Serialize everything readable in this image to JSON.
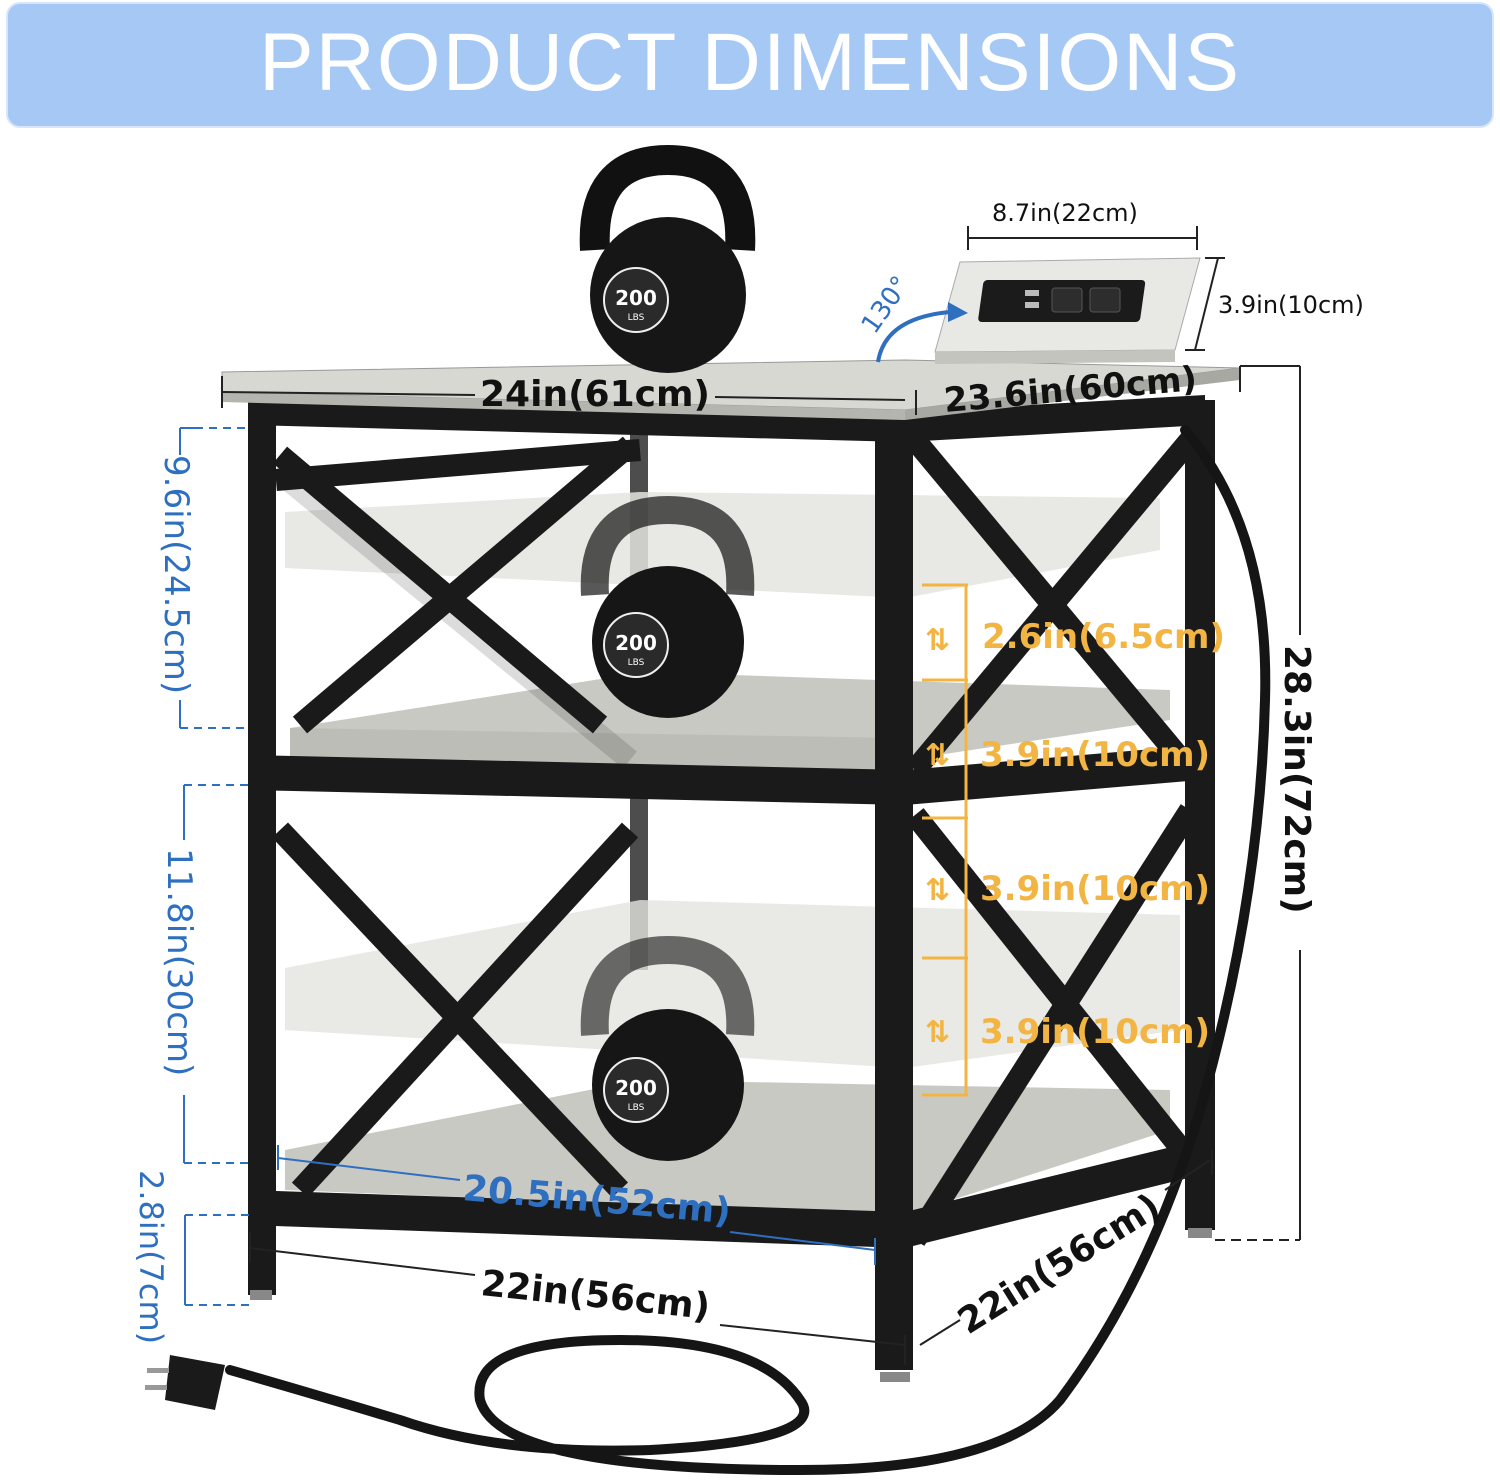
{
  "banner": {
    "title": "PRODUCT DIMENSIONS"
  },
  "kettlebell": {
    "weight": "200",
    "unit": "LBS"
  },
  "outlet": {
    "rotation": "130°",
    "width": "8.7in(22cm)",
    "height": "3.9in(10cm)"
  },
  "dimensions": {
    "top_width": "24in(61cm)",
    "top_depth": "23.6in(60cm)",
    "upper_height": "9.6in(24.5cm)",
    "lower_height": "11.8in(30cm)",
    "leg_height": "2.8in(7cm)",
    "total_height": "28.3in(72cm)",
    "inner_width": "20.5in(52cm)",
    "base_width": "22in(56cm)",
    "base_depth": "22in(56cm)",
    "shelf_gaps": [
      "2.6in(6.5cm)",
      "3.9in(10cm)",
      "3.9in(10cm)",
      "3.9in(10cm)"
    ]
  },
  "colors": {
    "banner": "#a6c8f4",
    "frame": "#1a1a1a",
    "shelf_wood": "#c9c9c4",
    "blue_label": "#2f6fc0",
    "orange_label": "#f2b544"
  }
}
